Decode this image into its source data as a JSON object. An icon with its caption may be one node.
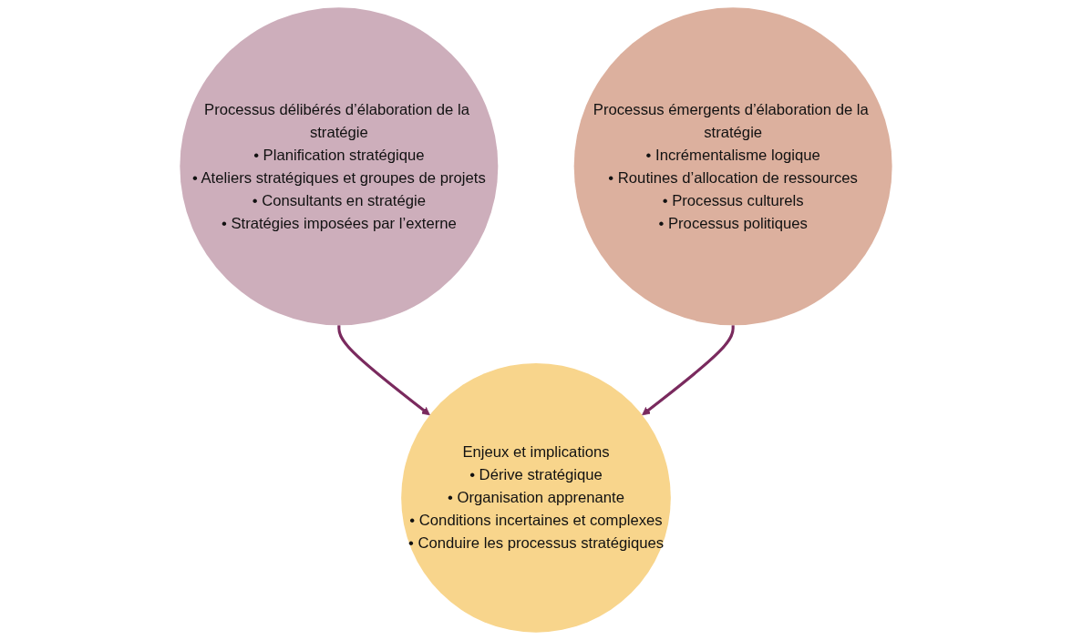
{
  "diagram": {
    "nodes": [
      {
        "text": [
          "Processus délibérés d’élaboration de la stratégie",
          "• Planification stratégique",
          "• Ateliers stratégiques et groupes de projets",
          "• Consultants en stratégie",
          "• Stratégies imposées par l’externe"
        ]
      },
      {
        "text": [
          "Processus émergents d’élaboration de la stratégie",
          "• Incrémentalisme logique",
          "• Routines d’allocation de ressources",
          "• Processus culturels",
          "• Processus politiques"
        ]
      },
      {
        "text": [
          "Enjeux et implications",
          "• Dérive stratégique",
          "• Organisation apprenante",
          "• Conditions incertaines et complexes",
          "• Conduire les processus stratégiques"
        ]
      }
    ],
    "edges": [
      {
        "from": 0,
        "to": 2,
        "arrow": "to",
        "color": "#7a2a5e"
      },
      {
        "from": 1,
        "to": 2,
        "arrow": "to",
        "color": "#7a2a5e"
      }
    ]
  }
}
